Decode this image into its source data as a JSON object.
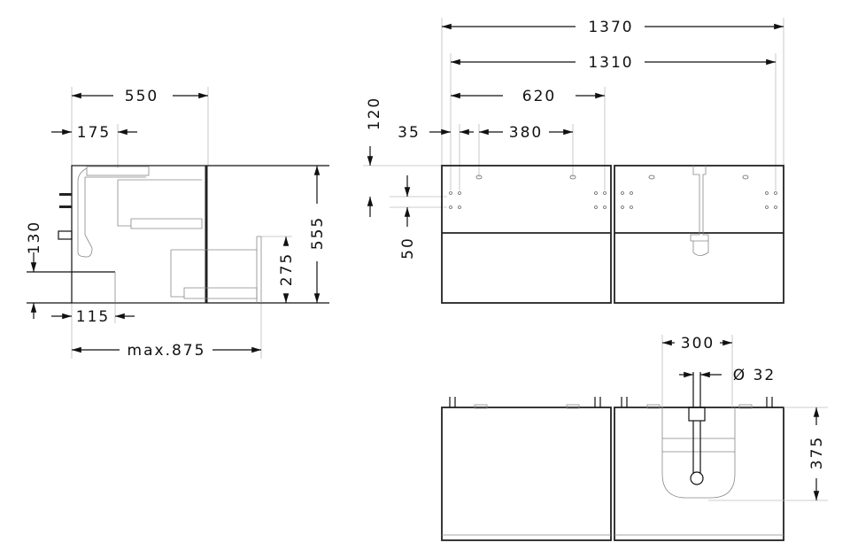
{
  "side_view": {
    "width_550": "550",
    "offset_175": "175",
    "height_130": "130",
    "offset_115": "115",
    "max_depth": "max.875",
    "height_555": "555",
    "drawer_275": "275"
  },
  "front_view": {
    "width_1370": "1370",
    "width_1310": "1310",
    "span_620": "620",
    "offset_35": "35",
    "span_380": "380",
    "height_120": "120",
    "spacing_50": "50"
  },
  "top_view": {
    "offset_300": "300",
    "diameter_32": "Ø 32",
    "depth_375": "375"
  }
}
